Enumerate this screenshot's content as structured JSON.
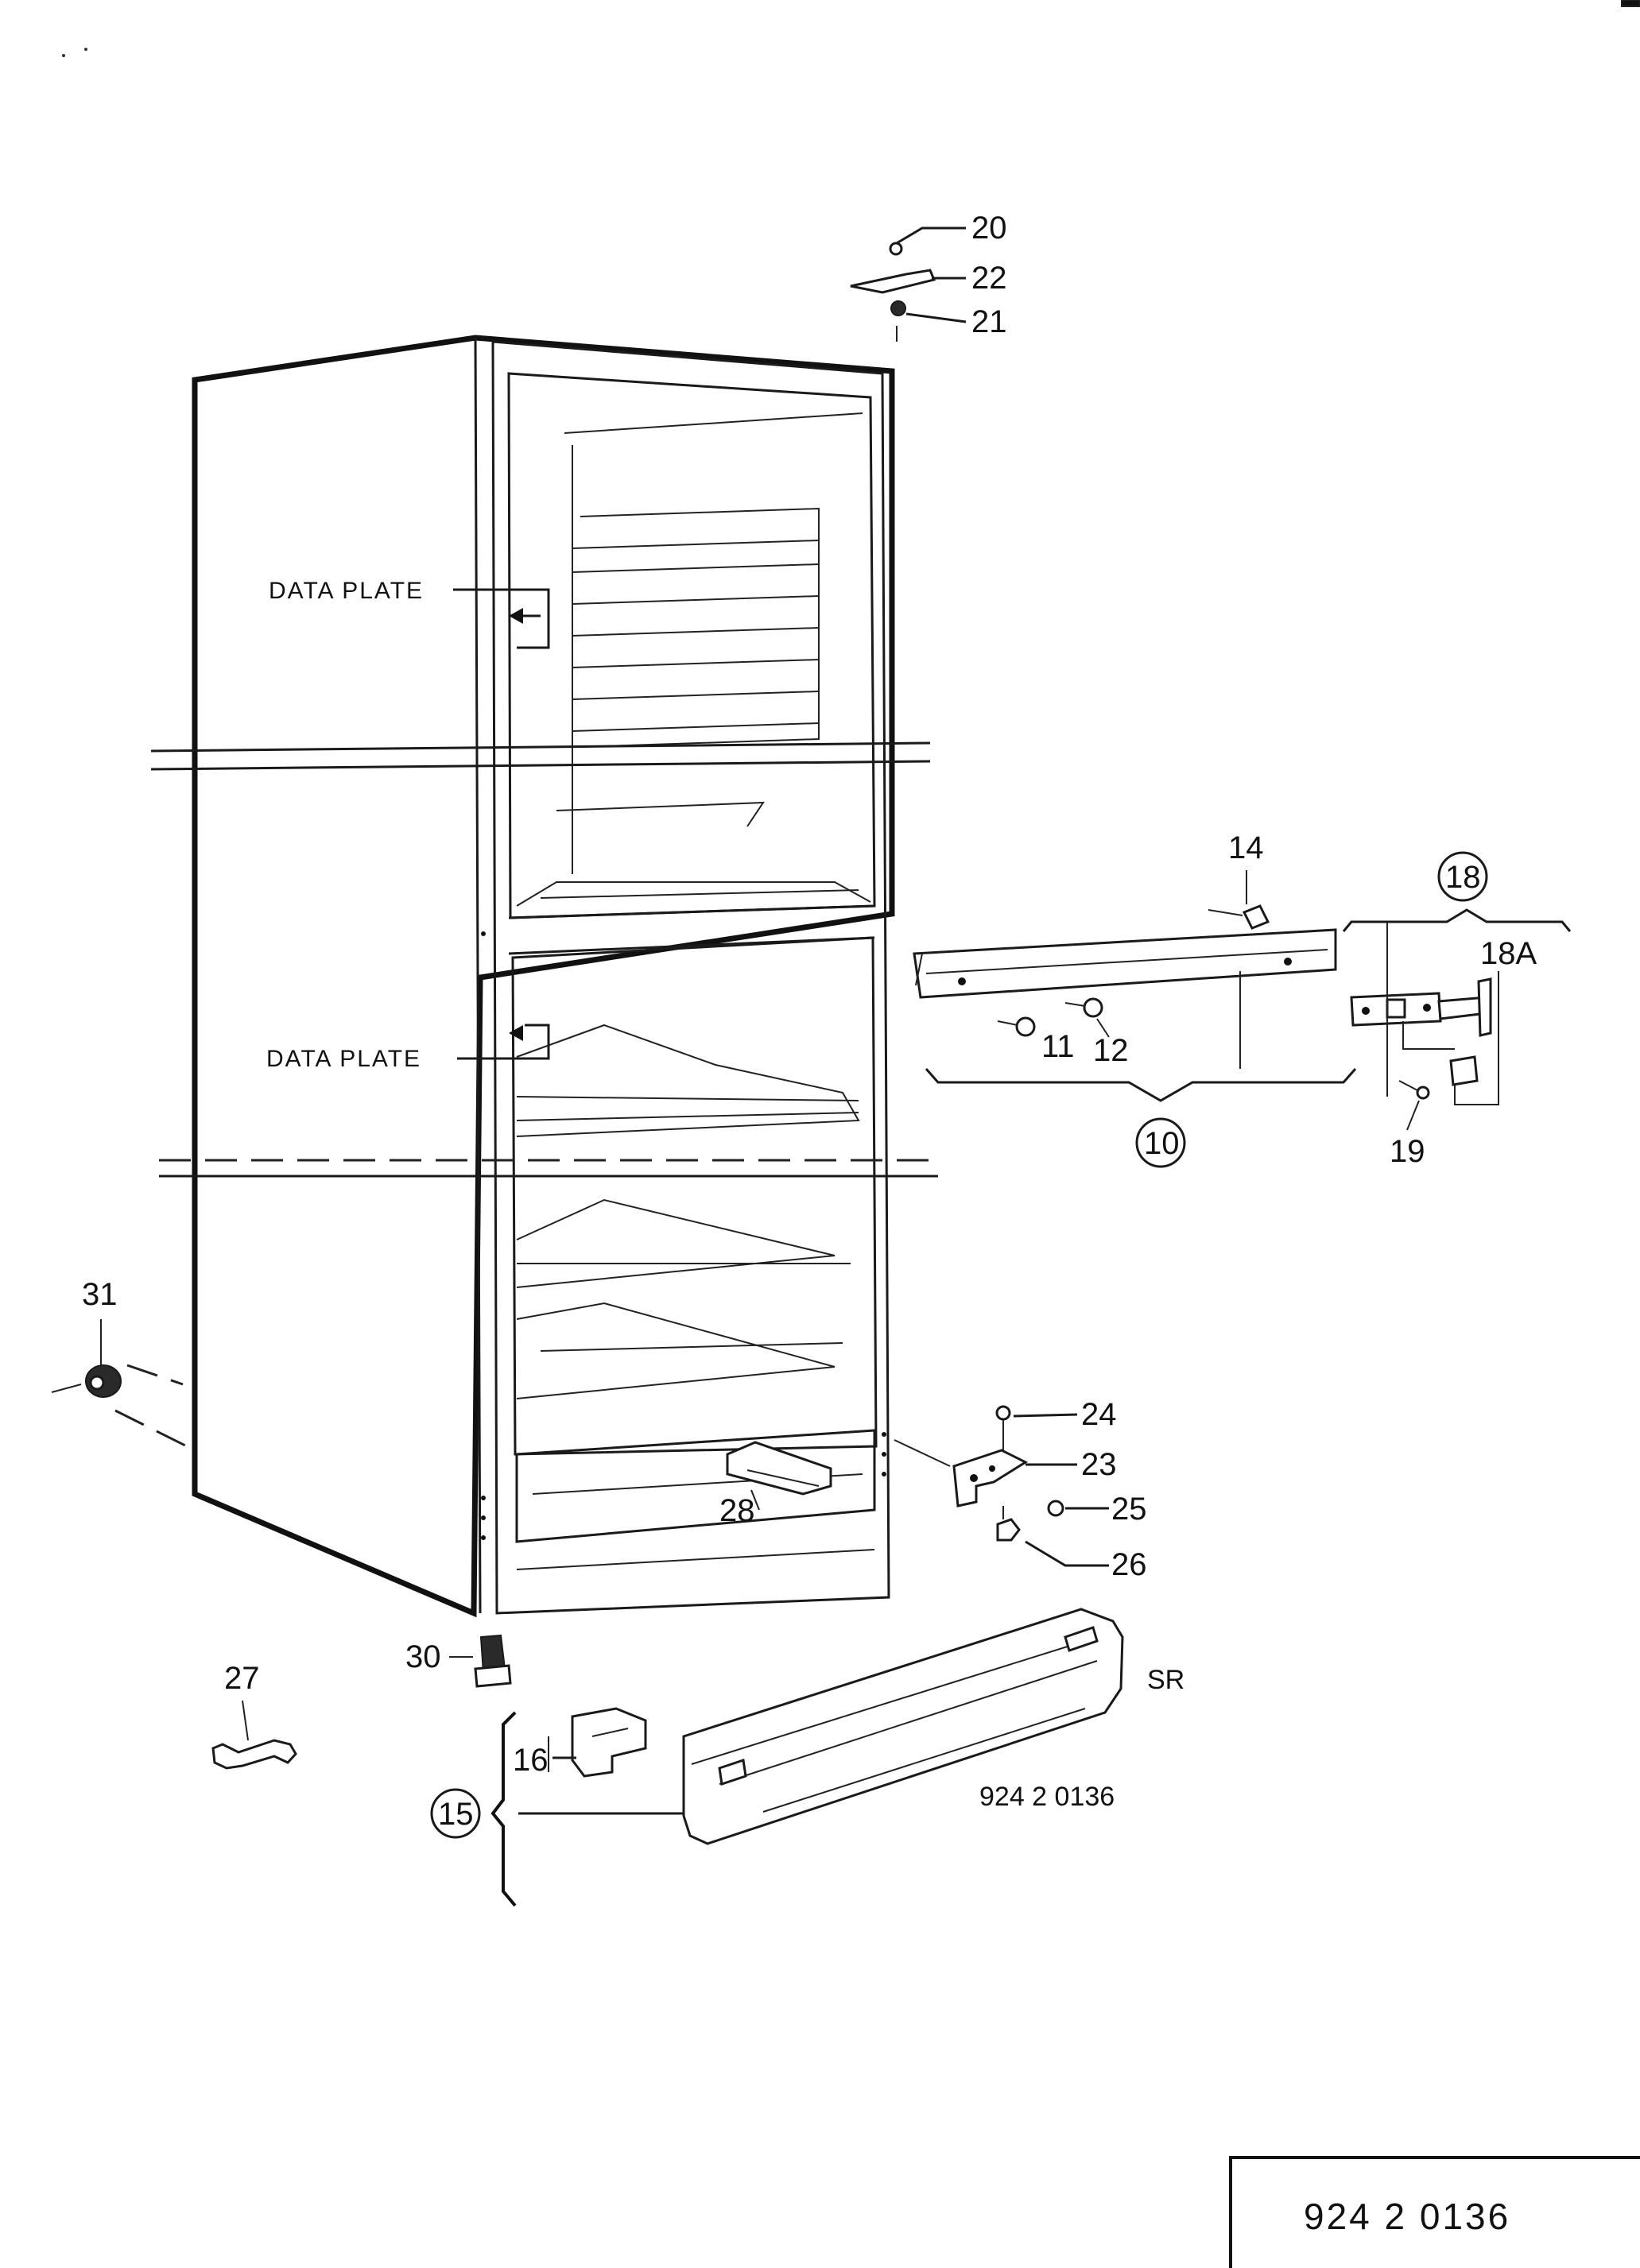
{
  "labels": {
    "data_plate_upper": "DATA PLATE",
    "data_plate_lower": "DATA PLATE",
    "p20": "20",
    "p22": "22",
    "p21": "21",
    "p14": "14",
    "p18": "18",
    "p18a": "18A",
    "p11": "11",
    "p12": "12",
    "p10": "10",
    "p19": "19",
    "p31": "31",
    "p24": "24",
    "p23": "23",
    "p25": "25",
    "p26": "26",
    "p28": "28",
    "p30": "30",
    "p27": "27",
    "p16": "16",
    "p15": "15",
    "sr": "SR",
    "drawing_code": "924 2 0136"
  },
  "title_block": {
    "number": "924  2  0136"
  }
}
